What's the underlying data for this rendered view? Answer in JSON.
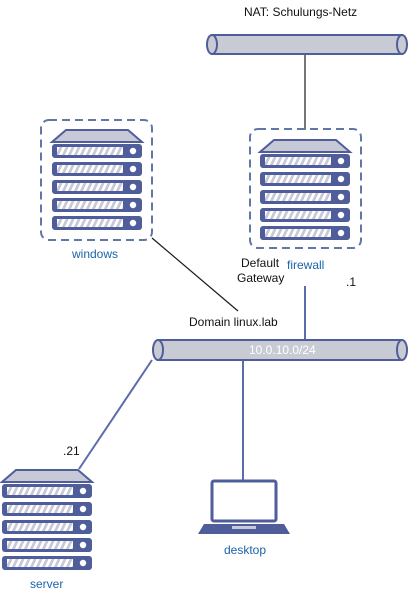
{
  "nat_network": {
    "label": "NAT: Schulungs-Netz"
  },
  "lan_network": {
    "label": "10.0.10.0/24"
  },
  "nodes": {
    "windows": {
      "label": "windows"
    },
    "firewall": {
      "label": "firewall",
      "ip_suffix": ".1"
    },
    "server": {
      "label": "server",
      "ip_suffix": ".21"
    },
    "desktop": {
      "label": "desktop"
    }
  },
  "annotations": {
    "gateway_line1": "Default",
    "gateway_line2": "Gateway",
    "domain": "Domain linux.lab"
  },
  "colors": {
    "pipe_fill": "#c9cbd4",
    "pipe_stroke": "#4f5d9b",
    "connector": "#5c6ca8",
    "dash_border": "#5f78a6",
    "label_blue": "#1a64a8"
  }
}
